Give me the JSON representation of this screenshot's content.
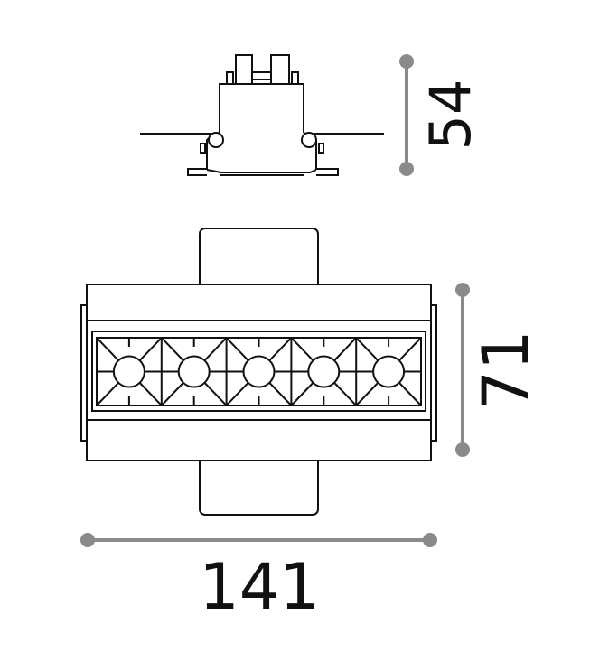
{
  "drawing": {
    "dimensions": {
      "height": "54",
      "depth": "71",
      "width": "141"
    },
    "led_count": 5,
    "colors": {
      "line": "#111111",
      "dimension": "#8a8a8a"
    }
  }
}
